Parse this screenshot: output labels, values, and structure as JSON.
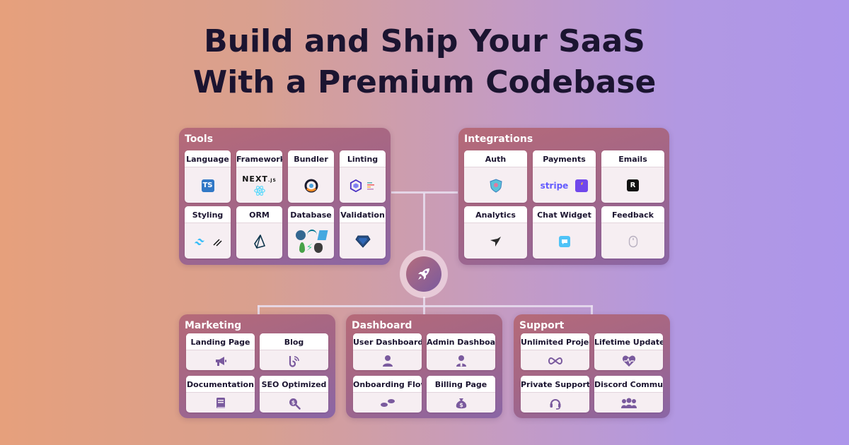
{
  "headline": {
    "line1": "Build and Ship Your SaaS",
    "line2": "With a Premium Codebase"
  },
  "tools": {
    "title": "Tools",
    "language": {
      "label": "Language",
      "badge": "TS",
      "icon": "typescript-icon"
    },
    "framework": {
      "label": "Framework",
      "logo_text": "NEXT",
      "logo_sub": ".JS",
      "icon": "react-icon"
    },
    "bundler": {
      "label": "Bundler",
      "icon": "bundler-icon"
    },
    "linting": {
      "label": "Linting",
      "icon": "eslint-icon"
    },
    "styling": {
      "label": "Styling",
      "icon": "tailwind-icon"
    },
    "orm": {
      "label": "ORM",
      "icon": "prisma-icon"
    },
    "database": {
      "label": "Database",
      "icon": "database-icons"
    },
    "validation": {
      "label": "Validation",
      "icon": "zod-icon"
    }
  },
  "integrations": {
    "title": "Integrations",
    "auth": {
      "label": "Auth",
      "icon": "auth-shield-icon"
    },
    "payments": {
      "label": "Payments",
      "brand": "stripe",
      "icon": "lemon-squeezy-icon"
    },
    "emails": {
      "label": "Emails",
      "badge": "R",
      "icon": "resend-icon"
    },
    "analytics": {
      "label": "Analytics",
      "icon": "analytics-bird-icon"
    },
    "chat_widget": {
      "label": "Chat Widget",
      "icon": "chat-bubble-icon"
    },
    "feedback": {
      "label": "Feedback",
      "icon": "feedback-mouse-icon"
    }
  },
  "hub": {
    "icon": "rocket-icon"
  },
  "marketing": {
    "title": "Marketing",
    "items": [
      {
        "label": "Landing Page",
        "icon": "megaphone-icon"
      },
      {
        "label": "Blog",
        "icon": "blog-icon"
      },
      {
        "label": "Documentation",
        "icon": "book-icon"
      },
      {
        "label": "SEO Optimized",
        "icon": "seo-search-icon"
      }
    ]
  },
  "dashboard": {
    "title": "Dashboard",
    "items": [
      {
        "label": "User Dashboard",
        "icon": "user-icon"
      },
      {
        "label": "Admin Dashboard",
        "icon": "admin-icon"
      },
      {
        "label": "Onboarding Flow",
        "icon": "footsteps-icon"
      },
      {
        "label": "Billing Page",
        "icon": "money-bag-icon"
      }
    ]
  },
  "support": {
    "title": "Support",
    "items": [
      {
        "label": "Unlimited Projects",
        "icon": "infinity-icon"
      },
      {
        "label": "Lifetime Updates",
        "icon": "heartbeat-icon"
      },
      {
        "label": "Private Support",
        "icon": "headset-icon"
      },
      {
        "label": "Discord Community",
        "icon": "community-icon"
      }
    ]
  },
  "colors": {
    "icon_purple": "#7a5a9e",
    "title": "#1b1430",
    "panel_start": "#b66a78",
    "panel_end": "#8a66a6"
  }
}
